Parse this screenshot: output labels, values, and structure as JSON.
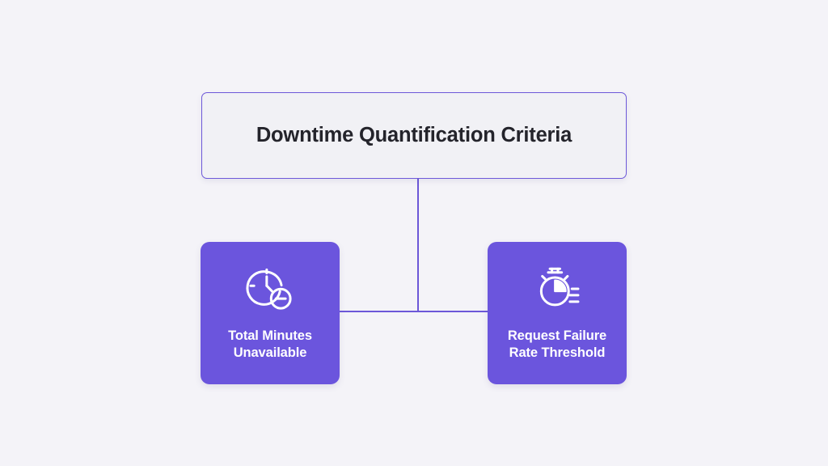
{
  "canvas": {
    "background_color": "#f4f3f8",
    "accent_color": "#6b55dd",
    "border_color": "#6d58d9",
    "root_fill_color": "#f1f1f5",
    "root_text_color": "#24242b",
    "node_text_color": "#ffffff"
  },
  "root": {
    "title": "Downtime Quantification Criteria"
  },
  "children": [
    {
      "icon": "clock-minus-icon",
      "label": "Total Minutes\nUnavailable"
    },
    {
      "icon": "stopwatch-speed-icon",
      "label": "Request Failure\nRate Threshold"
    }
  ],
  "connectors": {
    "trunk": "vertical-line",
    "branch": "horizontal-line"
  }
}
